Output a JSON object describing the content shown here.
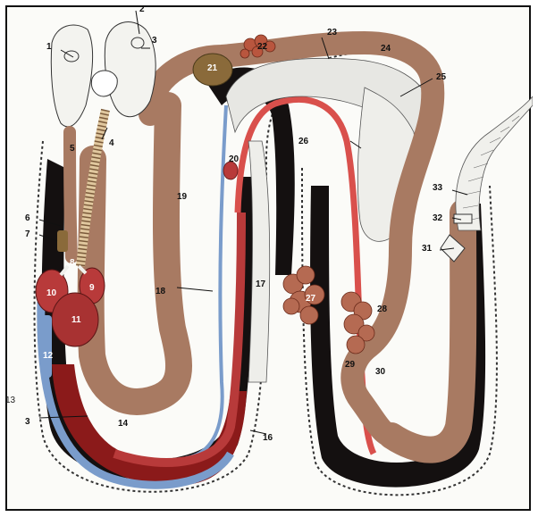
{
  "diagram": {
    "labels": {
      "l1": "1",
      "l2": "2",
      "l3": "3",
      "l4": "4",
      "l5": "5",
      "l6": "6",
      "l7": "7",
      "l8": "8",
      "l9": "9",
      "l10": "10",
      "l11": "11",
      "l12": "12",
      "l13": "13",
      "l14": "14",
      "l16": "16",
      "l17": "17",
      "l18": "18",
      "l19": "19",
      "l20": "20",
      "l21": "21",
      "l22": "22",
      "l23": "23",
      "l24": "24",
      "l25": "25",
      "l26": "26",
      "l27": "27",
      "l28": "28",
      "l29": "29",
      "l30": "30",
      "l31": "31",
      "l32": "32",
      "l33": "33",
      "l3b": "3"
    },
    "colors": {
      "muscle": "#a87a62",
      "organ_red": "#b83a3a",
      "blood_dark": "#8b1a1a",
      "vessel_blue": "#7a9ccb",
      "cavity_dark": "#141010",
      "liver_brown": "#8a6a3a",
      "background": "#fbfbf8"
    }
  }
}
